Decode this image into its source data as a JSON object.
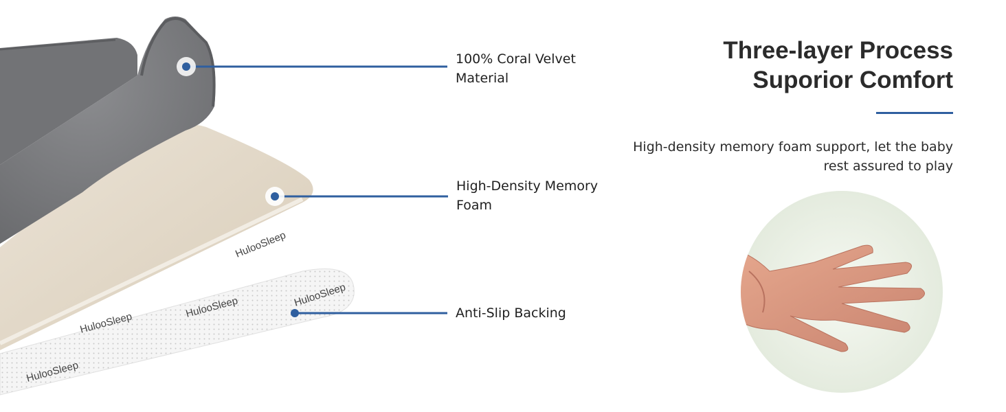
{
  "callouts": [
    {
      "label": "100% Coral Velvet\nMaterial"
    },
    {
      "label": "High-Density Memory\nFoam"
    },
    {
      "label": "Anti-Slip Backing"
    }
  ],
  "backing_brand": "HulooSleep",
  "headline": {
    "line1": "Three-layer Process",
    "line2": "Suporior Comfort"
  },
  "description": "High-density memory foam support, let the baby rest assured to play",
  "colors": {
    "accent": "#2f5f9f",
    "velvet": "#7e7f82",
    "foam": "#e2d8c8",
    "backing": "#f4f4f4",
    "text": "#2b2b2b"
  }
}
